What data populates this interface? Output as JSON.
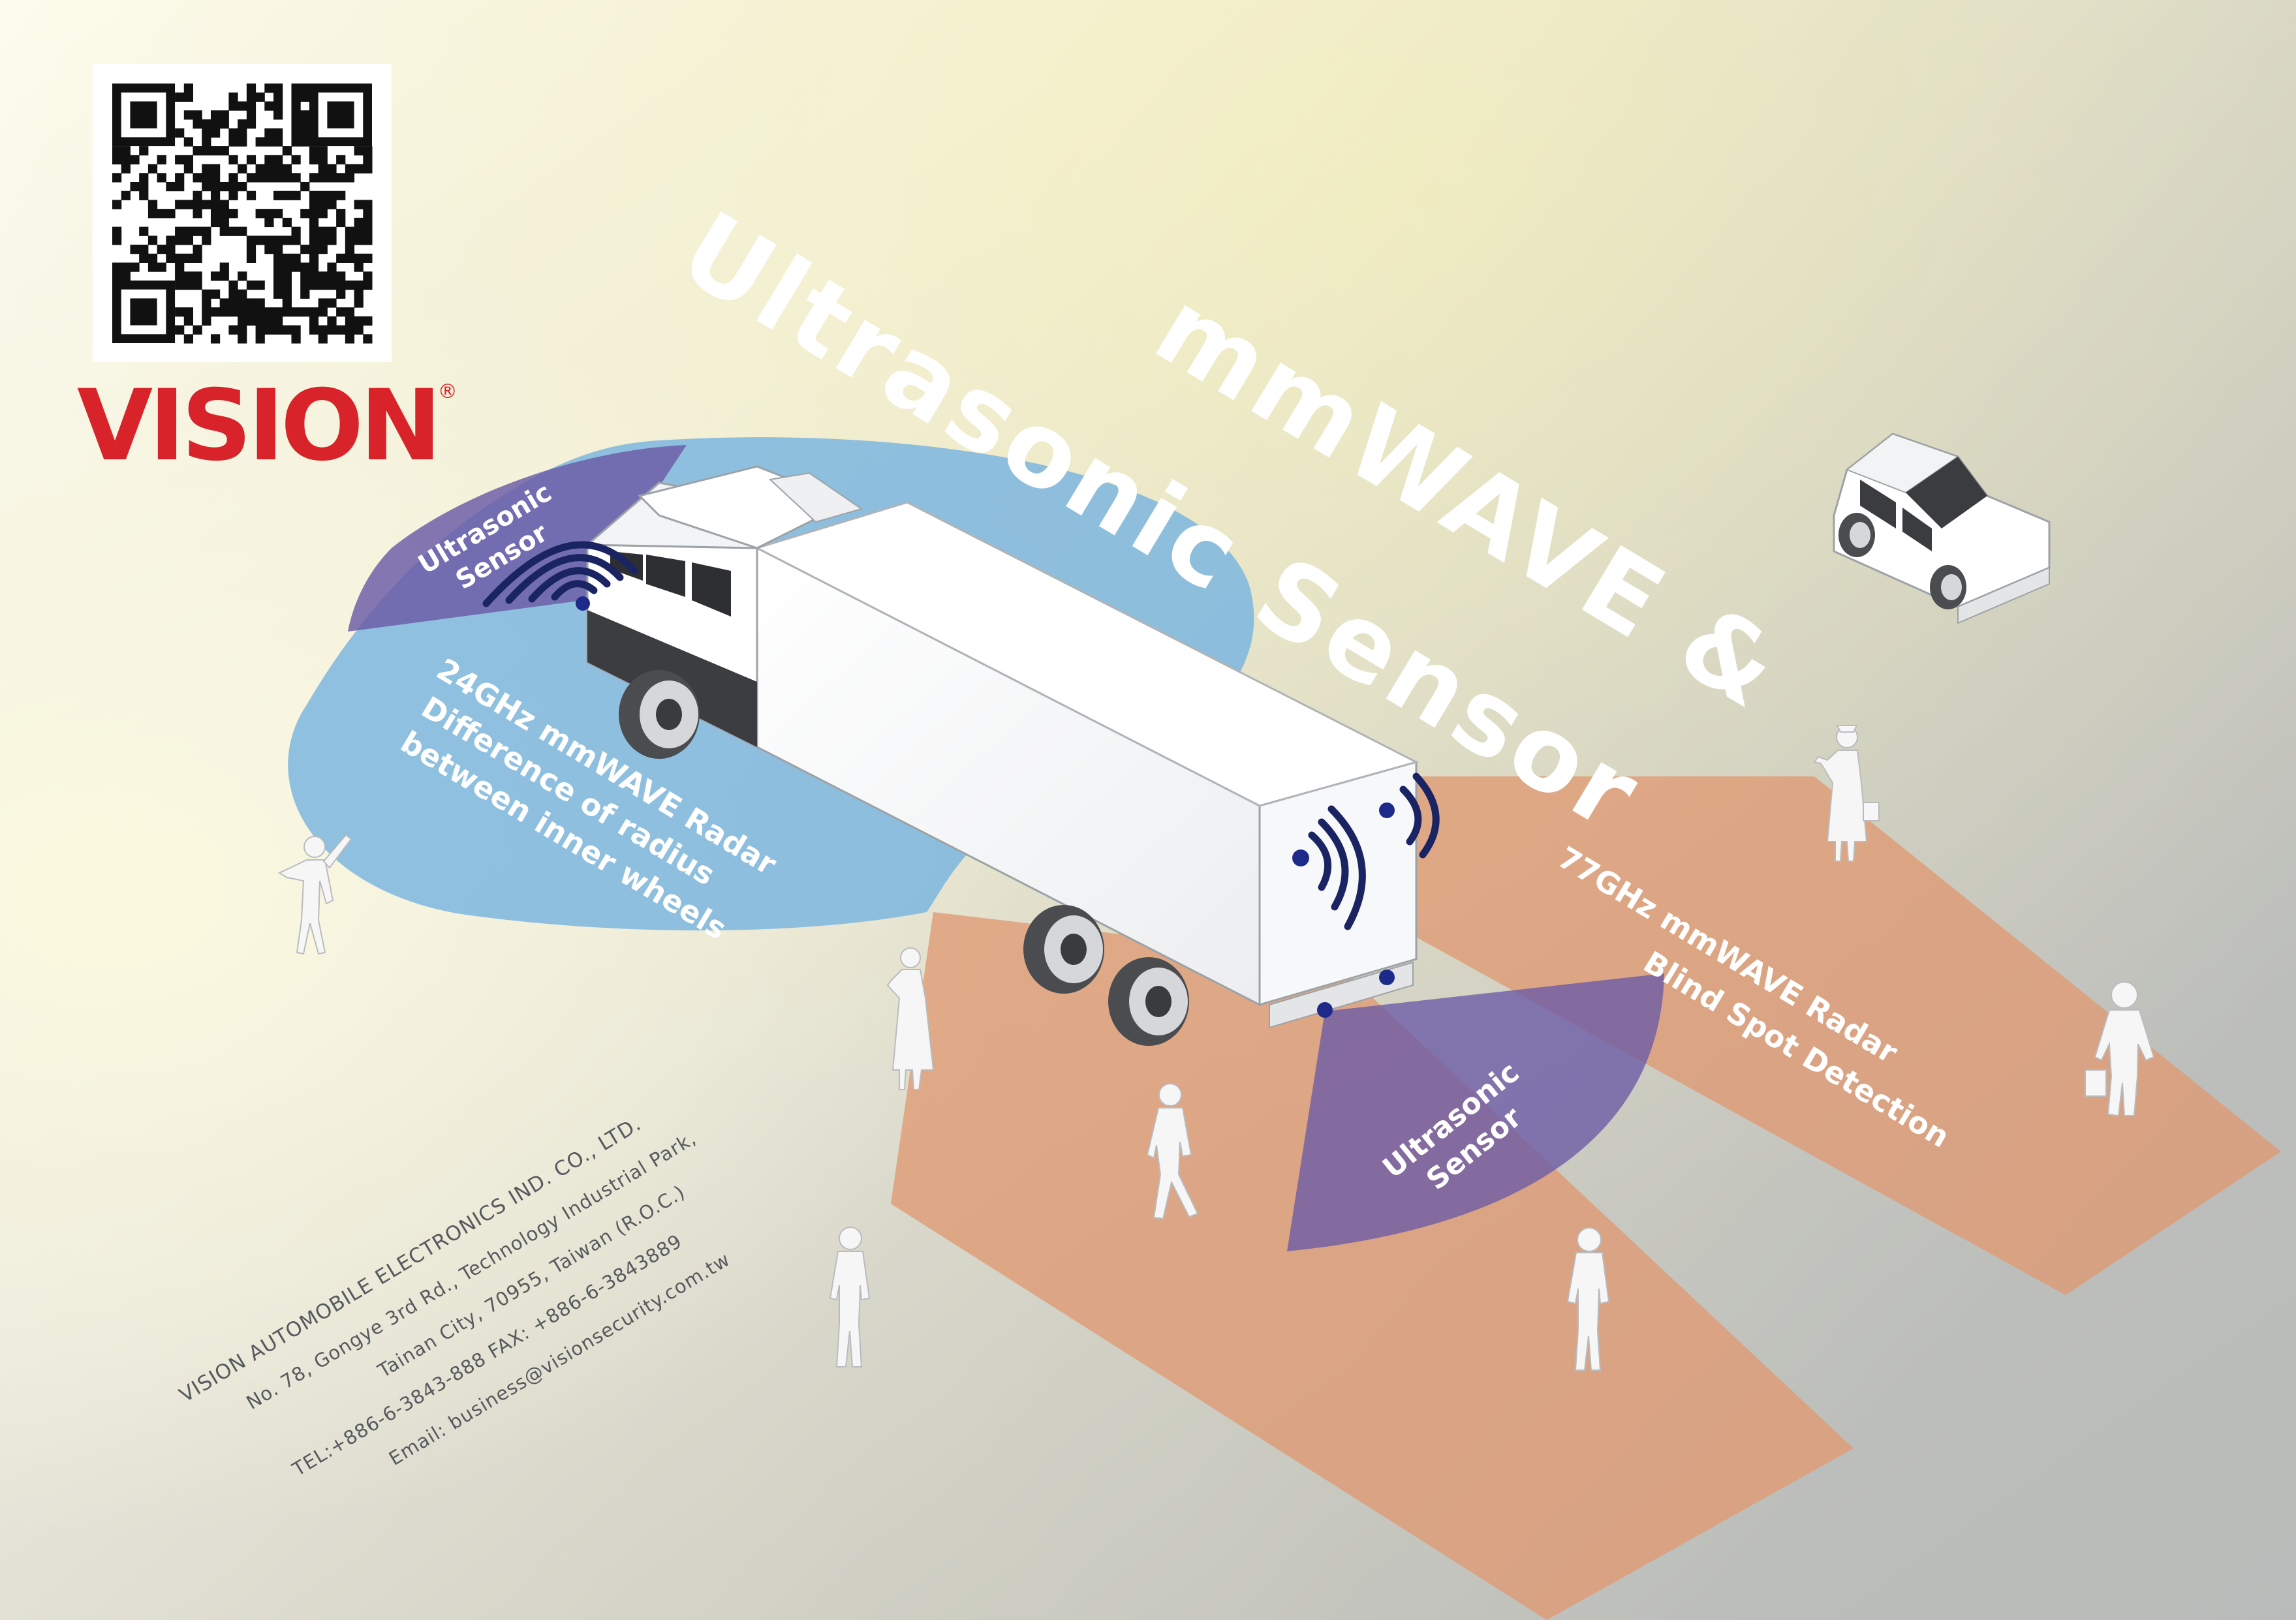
{
  "brand": {
    "logo_text": "VISION",
    "registered_mark": "®",
    "brand_color": "#d8232a"
  },
  "headline": {
    "line1": "mmWAVE &",
    "line2": "Ultrasonic Sensor"
  },
  "zones": {
    "front_ultrasonic": {
      "line1": "Ultrasonic",
      "line2": "Sensor"
    },
    "side_radar": {
      "line1": "24GHz    mmWAVE Radar",
      "line2": "Difference of radius",
      "line3": "between inner wheels"
    },
    "blind_spot_radar": {
      "line1": "77GHz  mmWAVE Radar",
      "line2": "Blind Spot Detection"
    },
    "rear_ultrasonic": {
      "line1": "Ultrasonic",
      "line2": "Sensor"
    }
  },
  "contact": {
    "company": "VISION AUTOMOBILE ELECTRONICS IND. CO., LTD.",
    "address1": "No. 78, Gongye 3rd Rd., Technology Industrial Park,",
    "address2": "Tainan City, 70955, Taiwan (R.O.C.)",
    "phone_fax": "TEL:+886-6-3843-888  FAX: +886-6-3843889",
    "email": "Email: business@visionsecurity.com.tw"
  },
  "colors": {
    "radar_blue": "#7db6df",
    "ultrasonic_purple": "#6a5aa6",
    "blind_spot_orange": "#df9a73",
    "sensor_dot": "#1e2a8a",
    "wave_navy": "#1b2462"
  },
  "icons": [
    "qr-code-icon",
    "truck-icon",
    "car-icon",
    "pedestrian-icon",
    "sensor-wave-icon"
  ]
}
